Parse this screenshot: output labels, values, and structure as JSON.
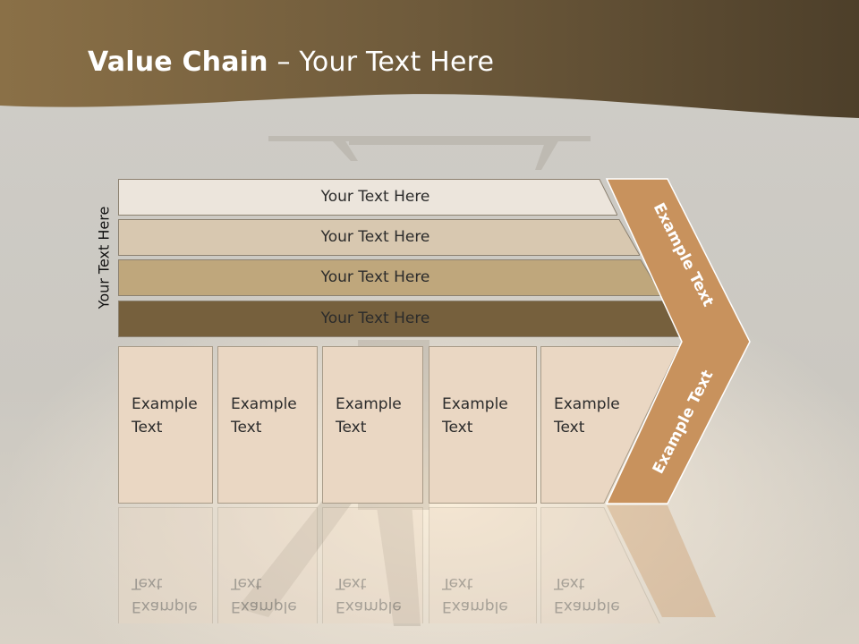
{
  "slide": {
    "title_bold": "Value Chain",
    "title_rest": " – Your Text Here",
    "vertical_label": "Your Text Here",
    "bars": [
      {
        "label": "Your Text Here",
        "fill": "#ece5dc"
      },
      {
        "label": "Your Text Here",
        "fill": "#d8c8b0"
      },
      {
        "label": "Your Text Here",
        "fill": "#bfa77c"
      },
      {
        "label": "Your Text Here",
        "fill": "#76603d"
      }
    ],
    "columns": [
      {
        "line1": "Example",
        "line2": "Text"
      },
      {
        "line1": "Example",
        "line2": "Text"
      },
      {
        "line1": "Example",
        "line2": "Text"
      },
      {
        "line1": "Example",
        "line2": "Text"
      },
      {
        "line1": "Example",
        "line2": "Text"
      }
    ],
    "chevron_upper": "Example Text",
    "chevron_lower": "Example Text",
    "colors": {
      "header": "#6f5c3c",
      "column_fill": "#ead7c3",
      "chevron": "#c8925d"
    }
  }
}
